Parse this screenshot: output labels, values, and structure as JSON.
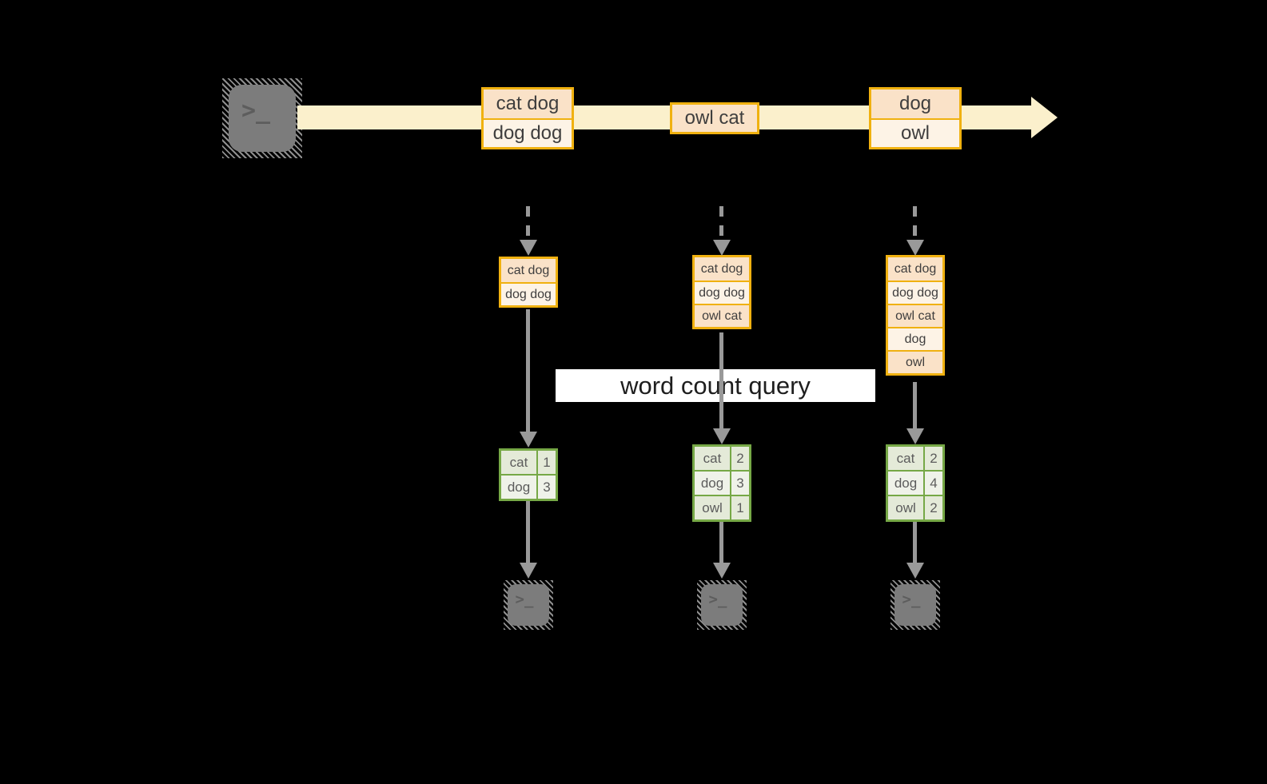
{
  "colors": {
    "background": "#000000",
    "stream_band": "#fbf0cc",
    "box_border": "#f0b110",
    "box_row_dark": "#fae2c8",
    "box_row_light": "#fdf3e6",
    "table_border": "#76a846",
    "table_cell_dark": "#e4ead8",
    "table_cell_light": "#eff2e9",
    "arrow_gray": "#999999",
    "terminal_gray": "#7c7c7c",
    "query_label_bg": "#ffffff",
    "query_label_text": "#1e1e1e"
  },
  "query_label": "word count query",
  "terminal_prompt": ">_",
  "stream": {
    "events": [
      {
        "lines": [
          "cat dog",
          "dog dog"
        ]
      },
      {
        "lines": [
          "owl cat"
        ]
      },
      {
        "lines": [
          "dog",
          "owl"
        ]
      }
    ]
  },
  "columns": [
    {
      "state_lines": [
        "cat dog",
        "dog dog"
      ],
      "counts": [
        {
          "word": "cat",
          "count": "1"
        },
        {
          "word": "dog",
          "count": "3"
        }
      ]
    },
    {
      "state_lines": [
        "cat dog",
        "dog dog",
        "owl cat"
      ],
      "counts": [
        {
          "word": "cat",
          "count": "2"
        },
        {
          "word": "dog",
          "count": "3"
        },
        {
          "word": "owl",
          "count": "1"
        }
      ]
    },
    {
      "state_lines": [
        "cat dog",
        "dog dog",
        "owl cat",
        "dog",
        "owl"
      ],
      "counts": [
        {
          "word": "cat",
          "count": "2"
        },
        {
          "word": "dog",
          "count": "4"
        },
        {
          "word": "owl",
          "count": "2"
        }
      ]
    }
  ]
}
